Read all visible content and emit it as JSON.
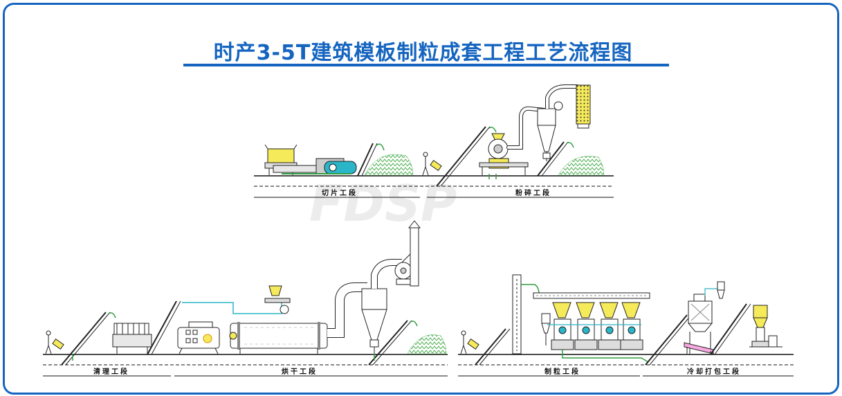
{
  "title": "时产3-5T建筑模板制粒成套工程工艺流程图",
  "stages": {
    "slicing": "切片工段",
    "crushing": "粉碎工段",
    "cleaning": "清理工段",
    "drying": "烘干工段",
    "pelletizing": "制粒工段",
    "cooling_packing": "冷却打包工段"
  },
  "watermark": "FDSP",
  "colors": {
    "title": "#1565c0",
    "frame": "#1565c0",
    "pipe_green": "#2e9e3f",
    "pipe_cyan": "#2bb5c8",
    "hopper_yellow": "#f5ea5a",
    "material_green": "#7ccf6b"
  }
}
